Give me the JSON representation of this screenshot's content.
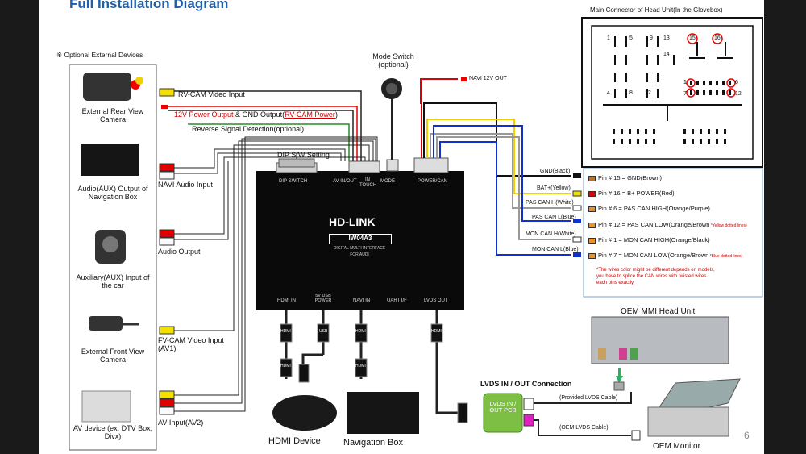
{
  "title": "Full Installation Diagram",
  "page_number": "6",
  "optional_devices_heading": "※ Optional External Devices",
  "devices": {
    "rear_cam": "External Rear View Camera",
    "aux_nav": "Audio(AUX) Output of Navigation Box",
    "aux_input": "Auxiliary(AUX) Input of the car",
    "front_cam": "External Front View Camera",
    "av_device": "AV device (ex: DTV Box, Divx)"
  },
  "wire_labels": {
    "rv_cam_video": "RV-CAM Video Input",
    "power_output_red": "12V Power Output",
    "power_output_rest": " & GND Output(",
    "power_output_cam": "RV-CAM Power",
    "power_output_end": ")",
    "reverse_signal": "Reverse Signal Detection(optional)",
    "navi_audio": "NAVI Audio Input",
    "audio_output": "Audio Output",
    "fv_cam_video": "FV-CAM Video Input (AV1)",
    "av_input2": "AV-Input(AV2)",
    "navi_12v": "NAVI 12V OUT",
    "dip_switch": "DIP S/W Setting",
    "mode_switch": "Mode Switch (optional)"
  },
  "interface": {
    "brand": "HD-LINK",
    "model": "IW04A3",
    "subtitle": "DIGITAL MULTI INTERFACE",
    "for": "FOR AUDI",
    "ports_top": [
      "DIP SWITCH",
      "AV IN/OUT",
      "IN TOUCH",
      "MODE",
      "POWER/CAN"
    ],
    "ports_bottom": [
      "HDMI IN",
      "5V USB POWER",
      "NAVI IN",
      "UART I/F",
      "LVDS OUT"
    ]
  },
  "cables": {
    "hdmi": "HDMI",
    "usb": "USB"
  },
  "bottom_devices": {
    "hdmi_device": "HDMI Device",
    "nav_box": "Navigation Box",
    "oem_head": "OEM  MMI Head Unit",
    "oem_monitor": "OEM Monitor"
  },
  "lvds": {
    "heading": "LVDS IN / OUT Connection",
    "pcb": "LVDS IN / OUT PCB",
    "provided": "(Provided LVDS Cable)",
    "oem": "(OEM LVDS Cable)"
  },
  "can_wires": {
    "gnd": "GND(Black)",
    "bat": "BAT+(Yellow)",
    "pas_h": "PAS CAN H(White)",
    "pas_l": "PAS CAN L(Blue)",
    "mon_h": "MON CAN H(White)",
    "mon_l": "MON CAN L(Blue)"
  },
  "pins": [
    {
      "text": "Pin # 15 = GND(Brown)",
      "color": "#c07020"
    },
    {
      "text": "Pin # 16 = B+ POWER(Red)",
      "color": "#e00000"
    },
    {
      "text": "Pin #  6 = PAS CAN HIGH(Orange/Purple)",
      "color": "#f09020"
    },
    {
      "text": "Pin # 12 = PAS CAN LOW(Orange/Brown",
      "color": "#f09020",
      "note": "*Yellow dotted lines)"
    },
    {
      "text": "Pin #  1 = MON CAN HIGH(Orange/Black)",
      "color": "#f09020"
    },
    {
      "text": "Pin #  7 = MON CAN LOW(Orange/Brown",
      "color": "#f09020",
      "note": "*Blue dotted lines)"
    }
  ],
  "pin_note": [
    "*The wires color might be different depends on models,",
    "you have to splice the CAN wires with twisted wires",
    "each pins exactly."
  ],
  "connector": {
    "title": "Main Connector of Head Unit(In the Glovebox)",
    "labels": [
      "1",
      "5",
      "9",
      "13",
      "15",
      "16",
      "14",
      "4",
      "8",
      "12",
      "1",
      "6",
      "7",
      "12"
    ]
  }
}
